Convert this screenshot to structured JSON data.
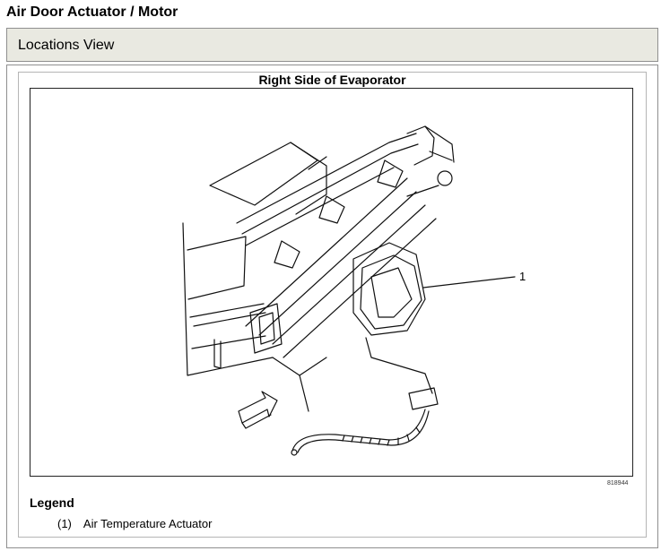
{
  "page": {
    "title": "Air Door Actuator / Motor"
  },
  "section": {
    "header": "Locations View"
  },
  "figure": {
    "title": "Right Side of Evaporator",
    "callout": "1",
    "code": "818944"
  },
  "legend": {
    "heading": "Legend",
    "items": [
      {
        "number": "(1)",
        "label": "Air Temperature Actuator"
      }
    ]
  }
}
